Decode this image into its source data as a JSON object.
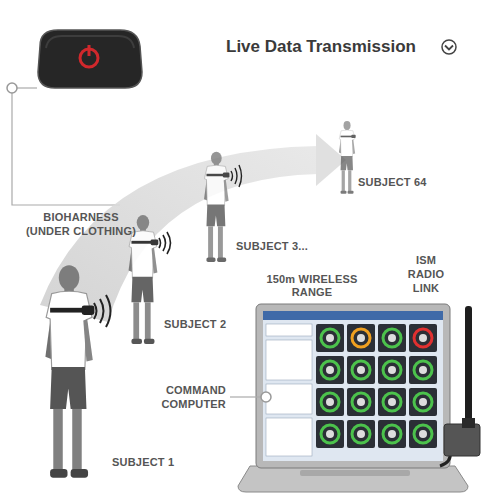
{
  "diagram": {
    "title": "Live Data Transmission",
    "labels": [
      "BIOHARNESS (UNDER CLOTHING)",
      "SUBJECT 64",
      "SUBJECT 3...",
      "150m WIRELESS RANGE",
      "ISM RADIO LINK",
      "SUBJECT 2",
      "COMMAND COMPUTER",
      "SUBJECT 1"
    ]
  }
}
